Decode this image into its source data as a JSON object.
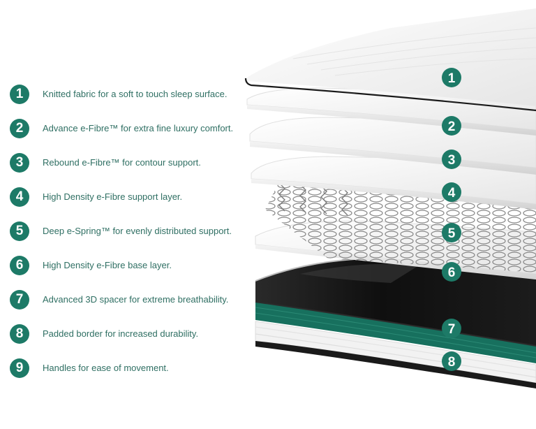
{
  "legend": [
    {
      "number": "1",
      "text": "Knitted fabric for a soft to touch sleep surface."
    },
    {
      "number": "2",
      "text": "Advance e-Fibre™ for extra fine luxury comfort."
    },
    {
      "number": "3",
      "text": "Rebound e-Fibre™ for contour support."
    },
    {
      "number": "4",
      "text": "High Density e-Fibre support layer."
    },
    {
      "number": "5",
      "text": "Deep e-Spring™ for evenly distributed support."
    },
    {
      "number": "6",
      "text": "High Density e-Fibre base layer."
    },
    {
      "number": "7",
      "text": "Advanced 3D spacer for extreme breathability."
    },
    {
      "number": "8",
      "text": "Padded border for increased durability."
    },
    {
      "number": "9",
      "text": "Handles for ease of movement."
    }
  ],
  "callouts": [
    "1",
    "2",
    "3",
    "4",
    "5",
    "6",
    "7",
    "8"
  ],
  "colors": {
    "accent": "#1d7a67",
    "text": "#2f6f63",
    "spacer_green": "#17705e",
    "dark": "#1a1a1a"
  }
}
